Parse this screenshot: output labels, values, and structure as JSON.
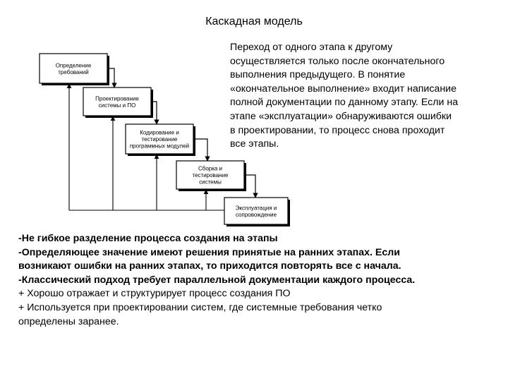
{
  "title": "Каскадная модель",
  "diagram": {
    "stages": [
      {
        "lines": [
          "Определение",
          "требований"
        ]
      },
      {
        "lines": [
          "Проектирование",
          "системы и ПО"
        ]
      },
      {
        "lines": [
          "Кодирование и",
          "тестирование",
          "программных модулей"
        ]
      },
      {
        "lines": [
          "Сборка и",
          "тестирование",
          "системы"
        ]
      },
      {
        "lines": [
          "Эксплуатация и",
          "сопровождение"
        ]
      }
    ]
  },
  "description": [
    "Переход от одного этапа к другому",
    "осуществляется только после окончательного",
    "выполнения предыдущего. В понятие",
    "«окончательное выполнение» входит написание",
    "полной документации по данному этапу. Если на",
    "этапе «эксплуатации» обнаруживаются ошибки",
    "в проектировании, то процесс снова проходит",
    "все этапы."
  ],
  "points": [
    "-Не гибкое разделение процесса создания на этапы",
    "-Определяющее значение имеют решения принятые на ранних этапах. Если",
    " возникают ошибки на ранних этапах, то приходится повторять все  с начала.",
    "-Классический подход требует параллельной документации каждого процесса.",
    " + Хорошо отражает и структурирует процесс создания ПО",
    " + Используется при проектировании систем, где системные требования четко",
    " определены заранее."
  ]
}
